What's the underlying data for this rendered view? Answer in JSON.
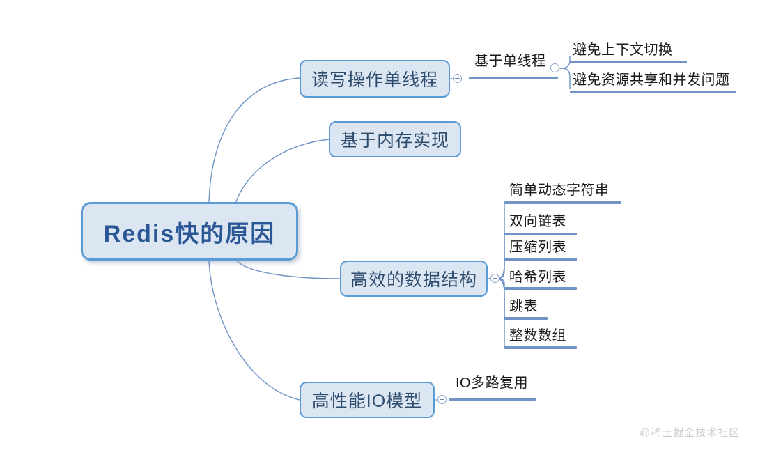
{
  "diagram": {
    "title": "Redis快的原因",
    "watermark": "@稀土掘金技术社区",
    "colors": {
      "node_fill": "#dce6f2",
      "node_border": "#5b9bd5",
      "root_text": "#2b5796",
      "branch_text": "#2e4c6d",
      "connector": "#6f93c4",
      "leaf_text": "#1a1a1a",
      "watermark": "#c9cdd2",
      "background": "#ffffff"
    },
    "root": {
      "label": "Redis快的原因"
    },
    "branches": [
      {
        "id": "single-thread",
        "label": "读写操作单线程",
        "sub_label": "基于单线程",
        "leaves": [
          "避免上下文切换",
          "避免资源共享和并发问题"
        ]
      },
      {
        "id": "memory-based",
        "label": "基于内存实现",
        "leaves": []
      },
      {
        "id": "data-structure",
        "label": "高效的数据结构",
        "leaves": [
          "简单动态字符串",
          "双向链表",
          "压缩列表",
          "哈希列表",
          "跳表",
          "整数数组"
        ]
      },
      {
        "id": "io-model",
        "label": "高性能IO模型",
        "leaves": [
          "IO多路复用"
        ]
      }
    ],
    "toggles": [
      {
        "name": "toggle-single-thread"
      },
      {
        "name": "toggle-single-thread-sub"
      },
      {
        "name": "toggle-data-structure"
      },
      {
        "name": "toggle-io-model"
      }
    ]
  }
}
